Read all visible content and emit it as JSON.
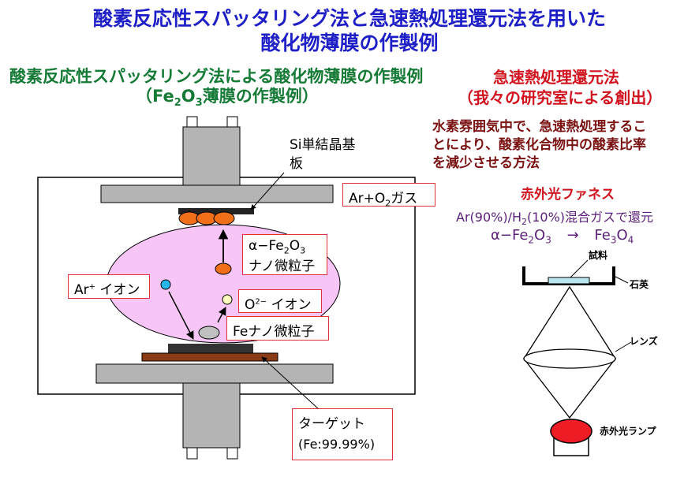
{
  "title": {
    "line1": "酸素反応性スパッタリング法と急速熱処理還元法を用いた",
    "line2": "酸化物薄膜の作製例"
  },
  "left": {
    "heading": "酸素反応性スパッタリング法による酸化物薄膜の作製例",
    "subheading_pre": "（Fe",
    "subheading_sub1": "2",
    "subheading_mid": "O",
    "subheading_sub2": "3",
    "subheading_post": "薄膜の作製例）",
    "substrate_label_line1": "Si単結晶基",
    "substrate_label_line2": "板",
    "gas_box": {
      "pre": "Ar+O",
      "sub": "2",
      "post": "ガス"
    },
    "alpha_box": {
      "line1_pre": "α−Fe",
      "sub1": "2",
      "mid": "O",
      "sub2": "3",
      "line2": "ナノ微粒子"
    },
    "ar_box": {
      "pre": "Ar",
      "sup": "+",
      "post": " イオン"
    },
    "o_box": {
      "pre": "O",
      "sup": "2−",
      "post": " イオン"
    },
    "fe_box": "Feナノ微粒子",
    "target_box": {
      "line1": "ターゲット",
      "line2": "(Fe:99.99%)"
    }
  },
  "right": {
    "heading": "急速熱処理還元法",
    "subheading": "（我々の研究室による創出）",
    "description": [
      "水素雰囲気中で、急速熱処理するこ",
      "とにより、酸素化合物中の酸素比率",
      "を減少させる方法"
    ],
    "furnace_label": "赤外光ファネス",
    "gas_line": {
      "pre": "Ar(90%)/H",
      "sub": "2",
      "post": "(10%)混合ガスで還元"
    },
    "reaction": {
      "lhs_pre": "α−Fe",
      "lhs_sub1": "2",
      "lhs_mid": "O",
      "lhs_sub2": "3",
      "arrow": "→",
      "rhs_pre": "Fe",
      "rhs_sub1": "3",
      "rhs_mid": "O",
      "rhs_sub2": "4"
    },
    "sample_label": "試料",
    "quartz_label": "石英",
    "lens_label": "レンズ",
    "lamp_label": "赤外光ランプ"
  },
  "colors": {
    "title": "#1f1fc8",
    "green_heading": "#157a35",
    "red_heading": "#d0131e",
    "dark_red_text": "#7a1212",
    "purple_text": "#5a1f78",
    "plasma": "#f7c6f7",
    "orange_particle": "#f26f1a",
    "lamp": "#ee1c25"
  }
}
